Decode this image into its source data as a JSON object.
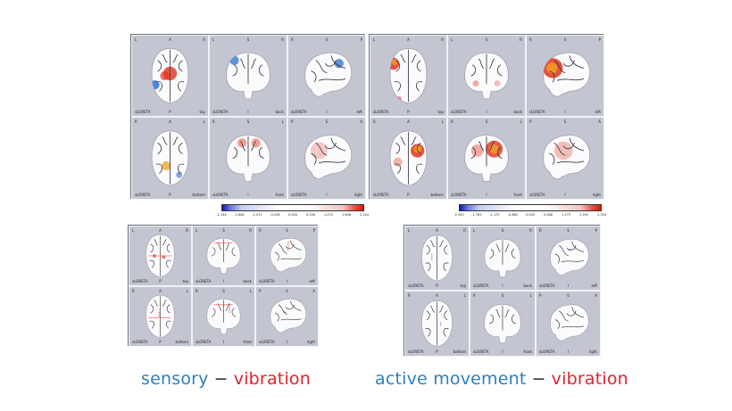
{
  "software_label": "sLORETA",
  "views": [
    {
      "tl": "L",
      "tc": "A",
      "tr": "R",
      "bc": "P",
      "br": "top"
    },
    {
      "tl": "L",
      "tc": "S",
      "tr": "R",
      "bc": "I",
      "br": "back"
    },
    {
      "tl": "R",
      "tc": "S",
      "tr": "P",
      "bc": "I",
      "br": "left"
    },
    {
      "tl": "R",
      "tc": "A",
      "tr": "L",
      "bc": "P",
      "br": "bottom"
    },
    {
      "tl": "R",
      "tc": "S",
      "tr": "L",
      "bc": "I",
      "br": "front"
    },
    {
      "tl": "P",
      "tc": "S",
      "tr": "A",
      "bc": "I",
      "br": "right"
    }
  ],
  "colorbars": [
    {
      "ticks": [
        "-2.144",
        "-1.608",
        "-1.072",
        "-0.536",
        "0.000",
        "0.536",
        "1.072",
        "1.608",
        "2.144"
      ]
    },
    {
      "ticks": [
        "-2.350",
        "-1.763",
        "-1.175",
        "-0.588",
        "0.000",
        "0.588",
        "1.175",
        "1.763",
        "2.350"
      ]
    }
  ],
  "captions": {
    "left": {
      "part1": "sensory",
      "dash": "−",
      "part2": "vibration"
    },
    "right": {
      "part1": "active movement",
      "dash": "−",
      "part2": "vibration"
    }
  },
  "colors": {
    "blue_text": "#2f7fbf",
    "red_text": "#e0232d",
    "activation_red": "#e5311c",
    "activation_orange": "#f0a020",
    "activation_blue": "#2e6fd8"
  }
}
